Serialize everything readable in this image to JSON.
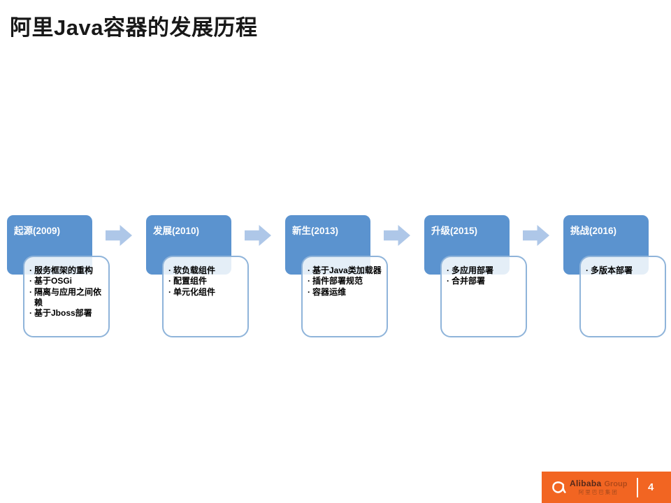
{
  "slide": {
    "title": "阿里Java容器的发展历程",
    "page_number": "4"
  },
  "timeline": {
    "stages": [
      {
        "header": "起源(2009)",
        "bullets": [
          "服务框架的重构",
          "基于OSGi",
          "隔离与应用之间依赖",
          "基于Jboss部署"
        ]
      },
      {
        "header": "发展(2010)",
        "bullets": [
          "软负载组件",
          "配置组件",
          "单元化组件"
        ]
      },
      {
        "header": "新生(2013)",
        "bullets": [
          "基于Java类加载器",
          "插件部署规范",
          "容器运维"
        ]
      },
      {
        "header": "升级(2015)",
        "bullets": [
          "多应用部署",
          "合并部署"
        ]
      },
      {
        "header": "挑战(2016)",
        "bullets": [
          "多版本部署"
        ]
      }
    ]
  },
  "footer": {
    "logo_mark": "alibaba-a-mark",
    "logo_text": "Alibaba",
    "logo_text_secondary": "Group",
    "logo_text_cn": "阿里巴巴集团"
  },
  "colors": {
    "stage_header_bg": "#5b93cf",
    "arrow": "#aec7e8",
    "card_border": "#8fb4da",
    "footer_bg": "#f26522",
    "title_color": "#181818"
  }
}
